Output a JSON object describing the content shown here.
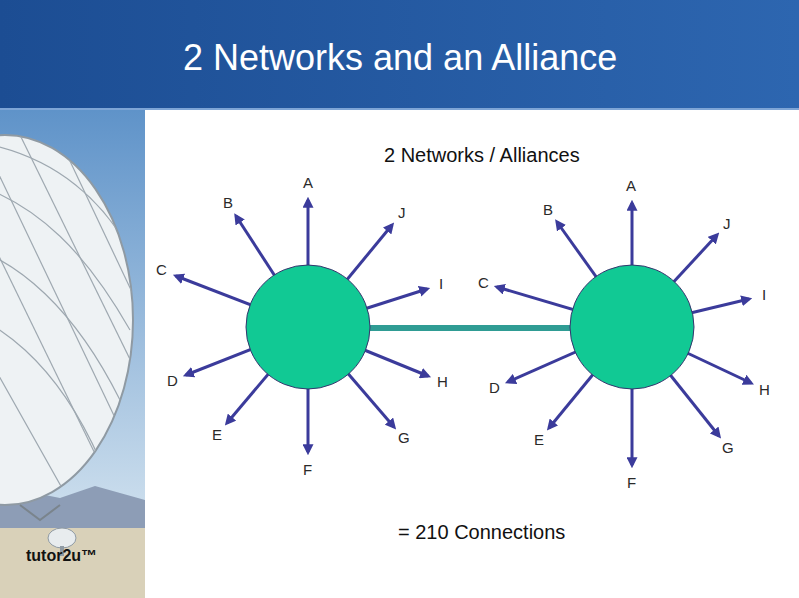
{
  "diagram": {
    "title": "2 Networks and an Alliance",
    "labels": [
      "2 Networks / Alliances",
      "A",
      "B",
      "C",
      "D",
      "E",
      "F",
      "G",
      "H",
      "I",
      "J",
      "A",
      "B",
      "C",
      "D",
      "E",
      "F",
      "G",
      "H",
      "I",
      "J",
      "= 210 Connections",
      "tutor2u™"
    ]
  }
}
